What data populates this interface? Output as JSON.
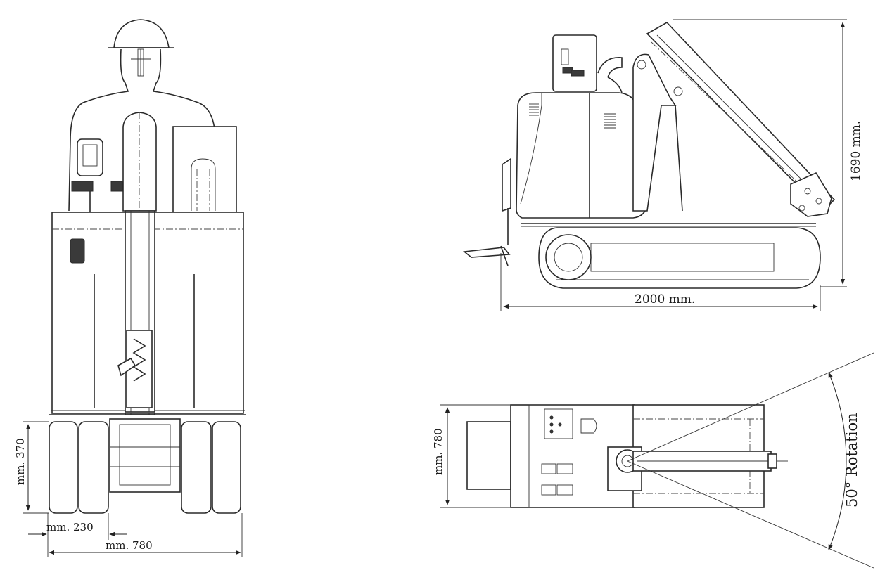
{
  "front_view": {
    "wheel_height_label": "mm. 370",
    "wheel_width_label": "mm. 230",
    "overall_width_label": "mm. 780"
  },
  "side_view": {
    "height_label": "1690 mm.",
    "length_label": "2000 mm."
  },
  "top_view": {
    "width_label": "mm. 780",
    "rotation_label": "50° Rotation"
  }
}
